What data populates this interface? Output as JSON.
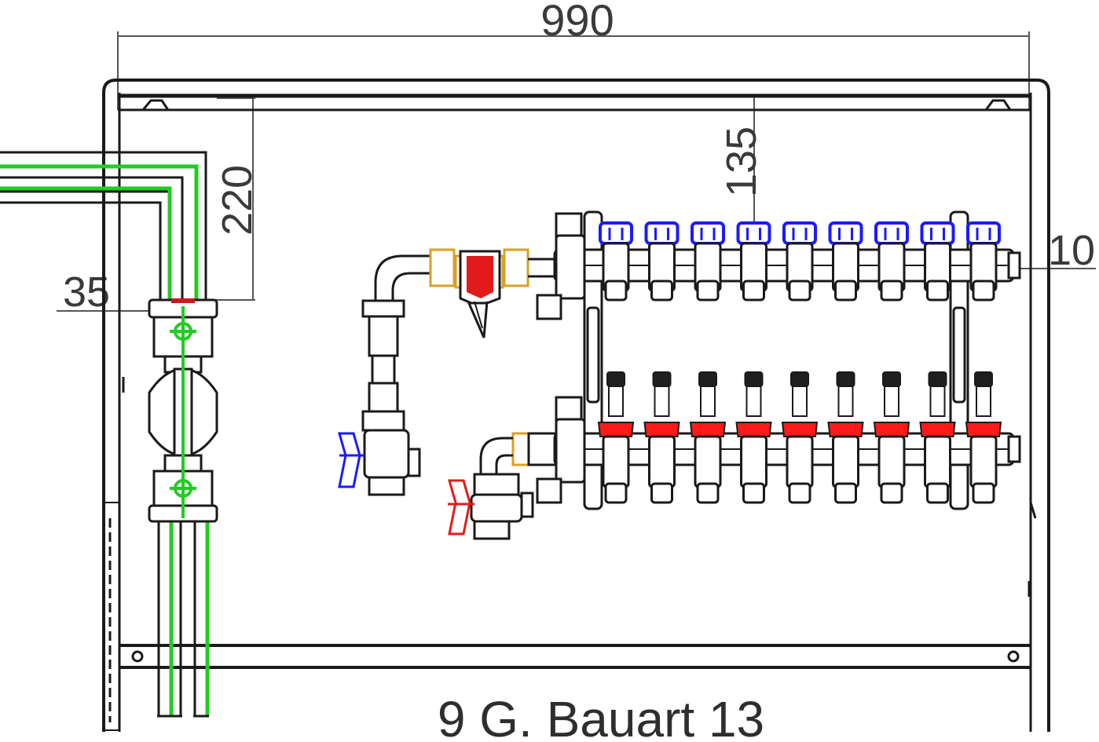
{
  "dimensions": {
    "overall_width": "990",
    "upper_offset": "135",
    "pipe_height": "220",
    "pipe_inset": "35",
    "end_clearance": "10"
  },
  "title": "9 G. Bauart 13",
  "manifold": {
    "outlets": 9,
    "supply_cap_color": "#1a1aff",
    "return_cap_color": "#ff1a1a",
    "pipe_color": "#22cc22",
    "brass_color": "#d9a021",
    "flow_meter_cap_color": "#1f1f1f"
  }
}
